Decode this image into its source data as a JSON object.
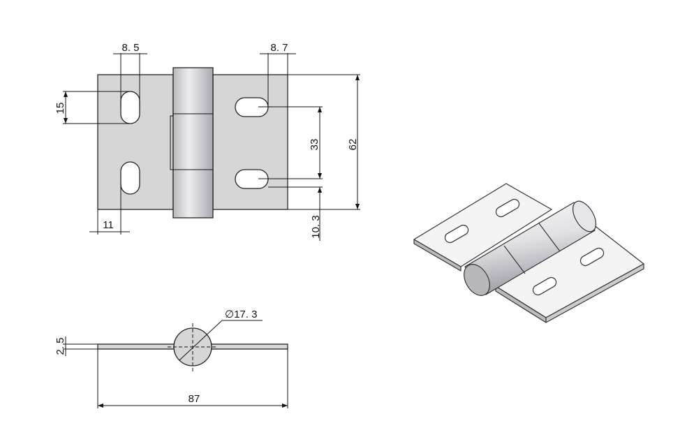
{
  "drawing": {
    "top_view": {
      "dims": {
        "slot_width_left": "8. 5",
        "slot_width_right": "8. 7",
        "slot_length": "15",
        "hole_spacing": "33",
        "height": "62",
        "edge_offset_bottom": "10. 3",
        "edge_offset_left": "11"
      }
    },
    "side_view": {
      "dims": {
        "thickness": "2. 5",
        "pin_diameter": "∅17. 3",
        "total_width": "87"
      }
    },
    "colors": {
      "part_fill": "#d6d6d6",
      "line": "#222222"
    }
  }
}
